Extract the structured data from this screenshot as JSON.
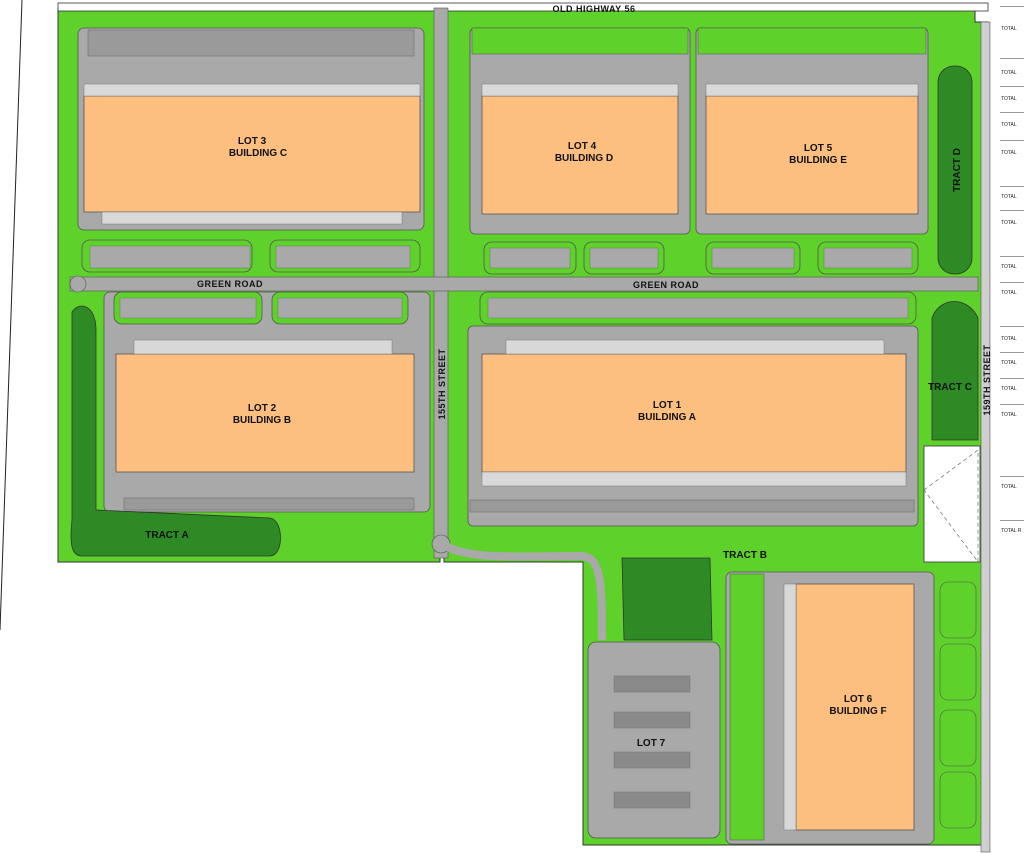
{
  "roads": {
    "old_highway": "OLD HIGHWAY 56",
    "green_road": "GREEN ROAD",
    "street_155": "155TH STREET",
    "street_159": "159TH STREET"
  },
  "lots": {
    "lot1": {
      "name": "LOT 1",
      "building": "BUILDING A"
    },
    "lot2": {
      "name": "LOT 2",
      "building": "BUILDING B"
    },
    "lot3": {
      "name": "LOT 3",
      "building": "BUILDING C"
    },
    "lot4": {
      "name": "LOT 4",
      "building": "BUILDING D"
    },
    "lot5": {
      "name": "LOT 5",
      "building": "BUILDING E"
    },
    "lot6": {
      "name": "LOT 6",
      "building": "BUILDING F"
    },
    "lot7": {
      "name": "LOT 7"
    }
  },
  "tracts": {
    "a": "TRACT A",
    "b": "TRACT B",
    "c": "TRACT C",
    "d": "TRACT D"
  },
  "table_stub": [
    "TOTAL",
    "TOTAL",
    "TOTAL",
    "TOTAL",
    "TOTAL",
    "TOTAL",
    "TOTAL",
    "TOTAL",
    "TOTAL",
    "TOTAL",
    "TOTAL",
    "TOTAL",
    "TOTAL",
    "TOTAL",
    "TOTAL R"
  ],
  "colors": {
    "grass": "#5fd12b",
    "pond": "#2e8a24",
    "pavement": "#a9a9a9",
    "building": "#fcbf80",
    "outline": "#333333"
  }
}
